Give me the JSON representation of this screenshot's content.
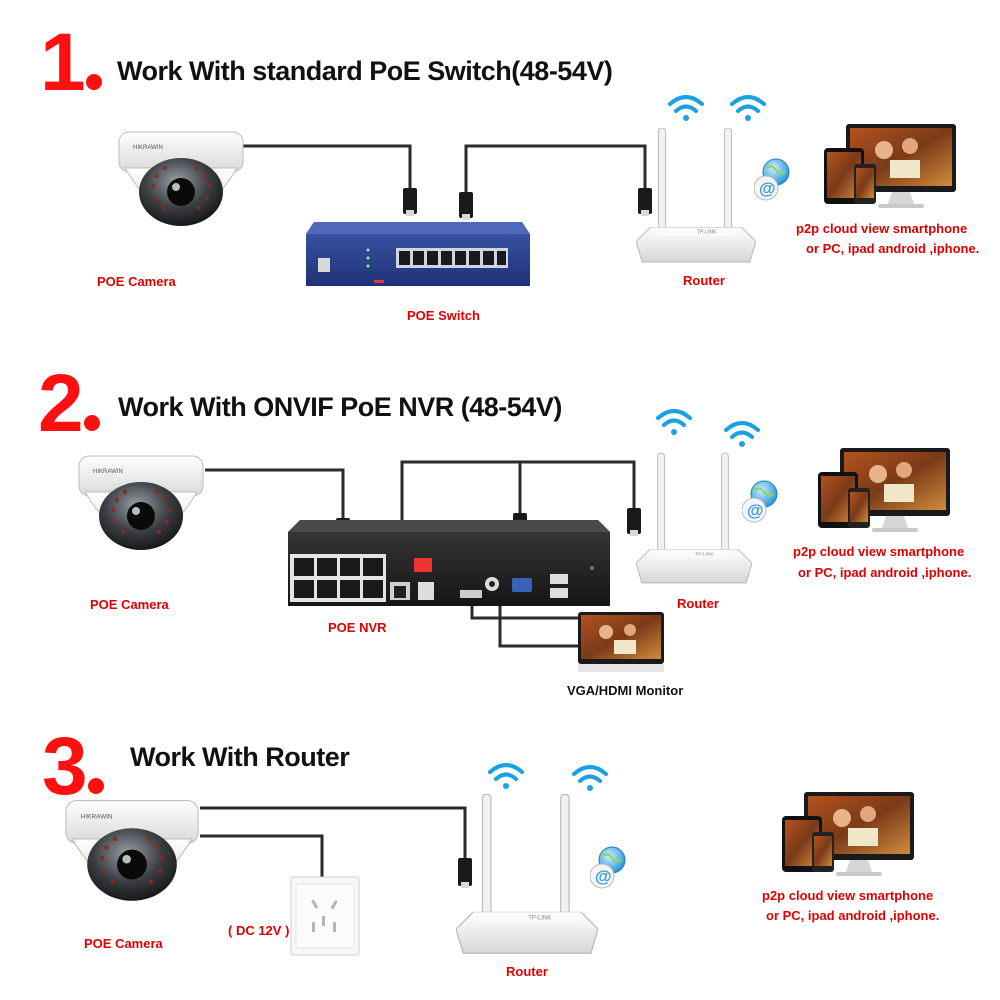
{
  "sections": [
    {
      "number": "1",
      "title": "Work With standard PoE Switch(48-54V)",
      "camera_label": "POE Camera",
      "hub_label": "POE Switch",
      "router_label": "Router",
      "cloud_text_1": "p2p cloud  view smartphone",
      "cloud_text_2": "or PC, ipad android ,iphone."
    },
    {
      "number": "2",
      "title": "Work With ONVIF PoE NVR (48-54V)",
      "camera_label": "POE Camera",
      "hub_label": "POE NVR",
      "router_label": "Router",
      "monitor_label": "VGA/HDMI Monitor",
      "cloud_text_1": "p2p cloud  view smartphone",
      "cloud_text_2": "or PC, ipad android ,iphone."
    },
    {
      "number": "3",
      "title": "Work With Router",
      "camera_label": "POE Camera",
      "power_label": "( DC 12V )",
      "router_label": "Router",
      "cloud_text_1": "p2p cloud  view smartphone",
      "cloud_text_2": "or PC, ipad android ,iphone."
    }
  ],
  "icons": {
    "camera": "dome-camera-icon",
    "switch": "poe-switch-icon",
    "nvr": "nvr-recorder-icon",
    "router": "wifi-router-icon",
    "cloud": "cloud-globe-icon",
    "devices": "devices-icon",
    "monitor": "monitor-icon",
    "outlet": "wall-outlet-icon",
    "wifi": "wifi-signal-icon"
  },
  "colors": {
    "number_red": "#ff1010",
    "label_red": "#e00000",
    "heading_black": "#111111",
    "switch_blue": "#27408b",
    "wire": "#2b2b2b",
    "wifi_blue": "#1ba0e2"
  }
}
